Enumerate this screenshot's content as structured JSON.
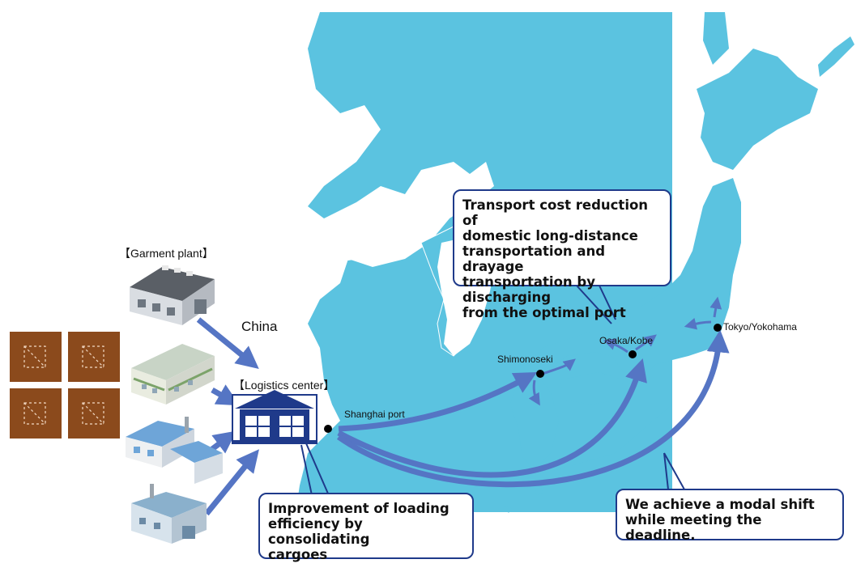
{
  "labels": {
    "garment_plant": "【Garment plant】",
    "china": "China",
    "logistics_center": "【Logistics center】",
    "shanghai_port": "Shanghai port",
    "shimonoseki": "Shimonoseki",
    "osaka_kobe": "Osaka/Kobe",
    "tokyo_yokohama": "Tokyo/Yokohama"
  },
  "callouts": {
    "cost_reduction": [
      "Transport cost reduction of",
      "domestic long-distance",
      "transportation and drayage",
      "transportation by discharging",
      "from the optimal port"
    ],
    "loading_efficiency": [
      "Improvement of loading",
      "efficiency by consolidating",
      "cargoes"
    ],
    "modal_shift": [
      "We achieve a modal shift",
      "while meeting the deadline."
    ]
  },
  "colors": {
    "sea": "#5bc3e0",
    "land": "#ffffff",
    "route": "#5575c4",
    "callout_border": "#1f3a8a",
    "cargo_box": "#8b4a1c"
  },
  "icons": [
    "garment-plant-icon",
    "factory-icon",
    "cargo-box-icon",
    "logistics-center-icon",
    "port-dot-icon"
  ]
}
